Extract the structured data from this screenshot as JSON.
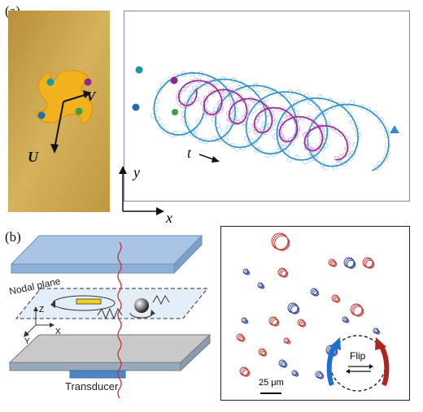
{
  "panel_a": {
    "label": "(a)",
    "vector_u": "U",
    "vector_v": "V",
    "time_label": "t",
    "axis_x": "x",
    "axis_y": "y",
    "colors": {
      "gold_bg": "#c8a14a",
      "rotor": "#f3b320",
      "teal": "#1a9a9a",
      "purple": "#8a2a8a",
      "green": "#3aa04a",
      "blue": "#1f6fb0",
      "helix_blue": "#2f8fc4",
      "helix_purple": "#8e2a92"
    }
  },
  "panel_b": {
    "label": "(b)",
    "nodal_plane": "Nodal plane",
    "axis_z": "Z",
    "axis_x": "X",
    "axis_y": "Y",
    "transducer": "Transducer",
    "scale_bar": "25 μm",
    "flip": "Flip",
    "colors": {
      "plate": "#a9c4e4",
      "plate_edge": "#6f8fb6",
      "bottom_plate": "#bcbcbc",
      "transducer": "#4f86c6",
      "wave": "#d03030",
      "red": "#c0302a",
      "blue": "#2a3c9a"
    }
  }
}
